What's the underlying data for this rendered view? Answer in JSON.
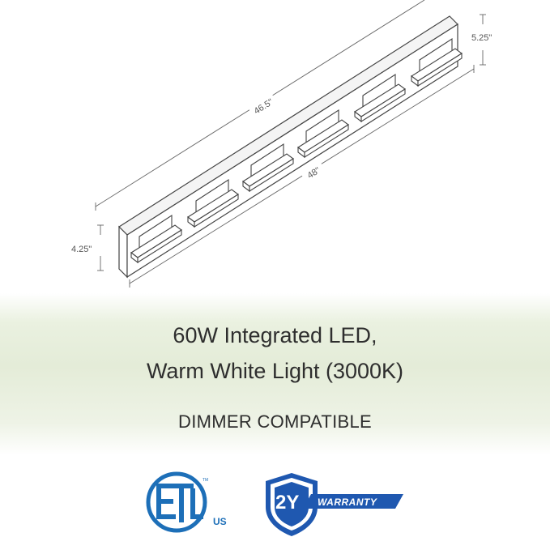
{
  "dimensions": {
    "length_top": "46.5\"",
    "length_bottom": "48\"",
    "height_right": "5.25\"",
    "height_left": "4.25\""
  },
  "feature": {
    "line1": "60W Integrated LED,",
    "line2": "Warm White Light (3000K)",
    "dimmer": "DIMMER COMPATIBLE"
  },
  "certifications": {
    "etl_suffix": "US",
    "warranty_years": "2Y",
    "warranty_label": "WARRANTY"
  },
  "colors": {
    "etl_blue": "#1d6fb8",
    "warranty_blue": "#1f58b0",
    "text": "#2e2e2e",
    "band_green": "#e4ecd8"
  }
}
